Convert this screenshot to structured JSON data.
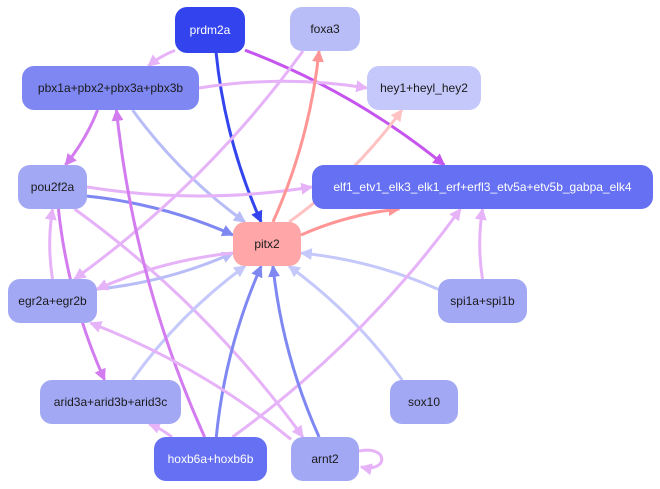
{
  "colors": {
    "dark_blue": "#3344ee",
    "mid_blue": "#6670f2",
    "blue": "#7f88f2",
    "periwinkle": "#a2a8f4",
    "light_periwinkle": "#b8bdf7",
    "lavender": "#c5c8fa",
    "pink": "#ffa6a8",
    "magenta": "#c555ee",
    "violet": "#d37cf0",
    "light_violet": "#e6b2f8",
    "salmon": "#ff9595",
    "light_salmon": "#ffc2c2"
  },
  "nodes": {
    "prdm2a": {
      "label": "prdm2a"
    },
    "foxa3": {
      "label": "foxa3"
    },
    "pbx": {
      "label": "pbx1a+pbx2+pbx3a+pbx3b"
    },
    "hey1": {
      "label": "hey1+heyl_hey2"
    },
    "pou2f2a": {
      "label": "pou2f2a"
    },
    "elf1": {
      "label": "elf1_etv1_elk3_elk1_erf+erfl3_etv5a+etv5b_gabpa_elk4"
    },
    "pitx2": {
      "label": "pitx2"
    },
    "egr2a": {
      "label": "egr2a+egr2b"
    },
    "spi1a": {
      "label": "spi1a+spi1b"
    },
    "arid3a": {
      "label": "arid3a+arid3b+arid3c"
    },
    "sox10": {
      "label": "sox10"
    },
    "hoxb6a": {
      "label": "hoxb6a+hoxb6b"
    },
    "arnt2": {
      "label": "arnt2"
    }
  },
  "edges": [
    {
      "from": "prdm2a",
      "to": "pitx2",
      "color": "dark_blue"
    },
    {
      "from": "prdm2a",
      "to": "elf1",
      "color": "magenta"
    },
    {
      "from": "prdm2a",
      "to": "pbx",
      "color": "light_violet"
    },
    {
      "from": "pbx",
      "to": "hey1",
      "color": "light_violet"
    },
    {
      "from": "pbx",
      "to": "pitx2",
      "color": "light_periwinkle"
    },
    {
      "from": "pbx",
      "to": "pou2f2a",
      "color": "violet"
    },
    {
      "from": "pou2f2a",
      "to": "elf1",
      "color": "light_violet"
    },
    {
      "from": "pou2f2a",
      "to": "pitx2",
      "color": "blue"
    },
    {
      "from": "pou2f2a",
      "to": "arid3a",
      "color": "violet"
    },
    {
      "from": "pou2f2a",
      "to": "arnt2",
      "color": "light_violet"
    },
    {
      "from": "pitx2",
      "to": "foxa3",
      "color": "salmon"
    },
    {
      "from": "pitx2",
      "to": "elf1",
      "color": "salmon"
    },
    {
      "from": "pitx2",
      "to": "hey1",
      "color": "light_salmon"
    },
    {
      "from": "foxa3",
      "to": "egr2a",
      "color": "light_violet"
    },
    {
      "from": "egr2a",
      "to": "pitx2",
      "color": "light_periwinkle"
    },
    {
      "from": "egr2a",
      "to": "pou2f2a",
      "color": "light_violet"
    },
    {
      "from": "pitx2",
      "to": "egr2a",
      "color": "light_violet"
    },
    {
      "from": "spi1a",
      "to": "elf1",
      "color": "light_violet"
    },
    {
      "from": "spi1a",
      "to": "pitx2",
      "color": "lavender"
    },
    {
      "from": "arid3a",
      "to": "pitx2",
      "color": "lavender"
    },
    {
      "from": "sox10",
      "to": "pitx2",
      "color": "lavender"
    },
    {
      "from": "hoxb6a",
      "to": "pitx2",
      "color": "blue"
    },
    {
      "from": "hoxb6a",
      "to": "elf1",
      "color": "light_violet"
    },
    {
      "from": "hoxb6a",
      "to": "pbx",
      "color": "violet"
    },
    {
      "from": "hoxb6a",
      "to": "arid3a",
      "color": "light_violet"
    },
    {
      "from": "arnt2",
      "to": "pitx2",
      "color": "blue"
    },
    {
      "from": "arnt2",
      "to": "egr2a",
      "color": "light_violet"
    },
    {
      "from": "arnt2",
      "to": "arnt2",
      "color": "light_violet"
    }
  ]
}
